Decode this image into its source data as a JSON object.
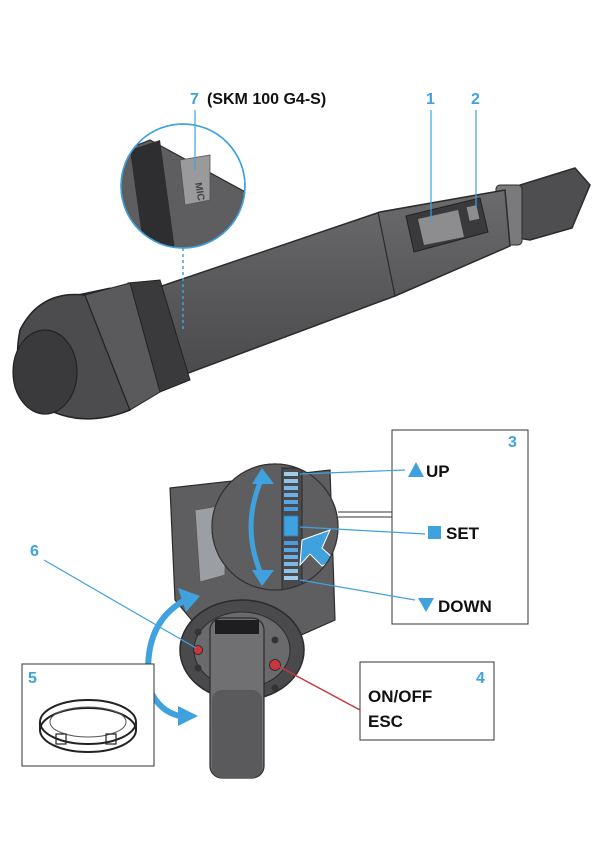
{
  "accent_color": "#3fa2de",
  "body_color": "#5c5c5e",
  "callouts": {
    "c1": "1",
    "c2": "2",
    "c3": "3",
    "c4": "4",
    "c5": "5",
    "c6": "6",
    "c7": "7",
    "c7_text": "(SKM 100 G4-S)"
  },
  "buttons": {
    "up": "UP",
    "set": "SET",
    "down": "DOWN",
    "onoff": "ON/OFF",
    "esc": "ESC"
  },
  "mic_label_text": "MIC"
}
